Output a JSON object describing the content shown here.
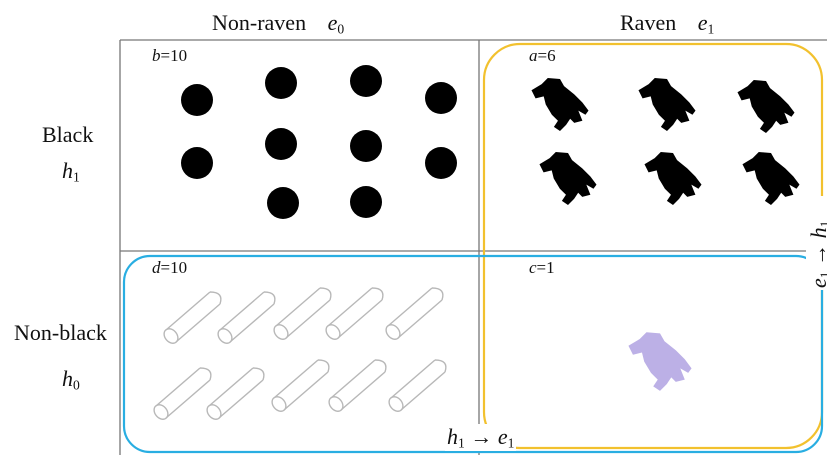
{
  "columns": {
    "non_raven": {
      "label": "Non-raven",
      "symbol": "e",
      "sub": "0"
    },
    "raven": {
      "label": "Raven",
      "symbol": "e",
      "sub": "1"
    }
  },
  "rows": {
    "black": {
      "label": "Black",
      "symbol": "h",
      "sub": "1"
    },
    "non_black": {
      "label": "Non-black",
      "symbol": "h",
      "sub": "0"
    }
  },
  "cells": {
    "a": {
      "var": "a",
      "value": "=6",
      "count": 6
    },
    "b": {
      "var": "b",
      "value": "=10",
      "count": 10
    },
    "c": {
      "var": "c",
      "value": "=1",
      "count": 1
    },
    "d": {
      "var": "d",
      "value": "=10",
      "count": 10
    }
  },
  "regions": {
    "raven_region": {
      "a": "e",
      "a_sub": "1",
      "arrow": "→",
      "b": "h",
      "b_sub": "1",
      "color": "#f2c12e"
    },
    "nonblack_region": {
      "a": "h",
      "a_sub": "1",
      "arrow": "→",
      "b": "e",
      "b_sub": "1",
      "color": "#29aee2"
    }
  },
  "colors": {
    "black_item": "#000000",
    "gray_item": "#b8b8b8",
    "purple_item": "#bcb0e6",
    "grid": "#777777"
  }
}
